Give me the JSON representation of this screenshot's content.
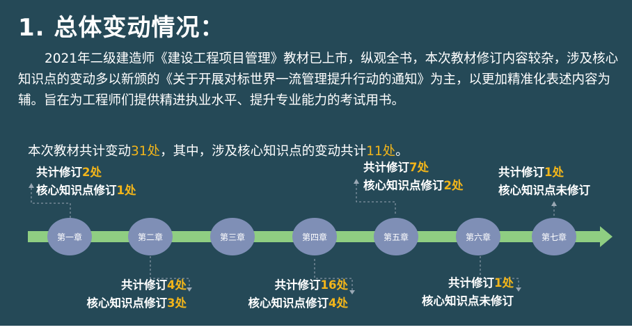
{
  "title": "1. 总体变动情况：",
  "paragraph": "2021年二级建造师《建设工程项目管理》教材已上市，纵观全书，本次教材修订内容较杂，涉及核心知识点的变动多以新颁的《关于开展对标世界一流管理提升行动的通知》为主，以更加精准化表述内容为辅。旨在为工程师们提供精进执业水平、提升专业能力的考试用书。",
  "summary": {
    "prefix": "本次教材共计变动",
    "total": "31处",
    "middle": "，其中，涉及核心知识点的变动共计",
    "core": "11处",
    "suffix": "。"
  },
  "chapters": [
    "第一章",
    "第二章",
    "第三章",
    "第四章",
    "第五章",
    "第六章",
    "第七章"
  ],
  "annotations": [
    {
      "chapter": "第一章",
      "total_prefix": "共计修订",
      "total_value": "2处",
      "core_prefix": "核心知识点修订",
      "core_value": "1处"
    },
    {
      "chapter": "第二章",
      "total_prefix": "共计修订",
      "total_value": "4处",
      "core_prefix": "核心知识点修订",
      "core_value": "3处"
    },
    {
      "chapter": "第四章",
      "total_prefix": "共计修订",
      "total_value": "16处",
      "core_prefix": "核心知识点修订",
      "core_value": "4处"
    },
    {
      "chapter": "第五章",
      "total_prefix": "共计修订",
      "total_value": "7处",
      "core_prefix": "核心知识点修订",
      "core_value": "2处"
    },
    {
      "chapter": "第六章",
      "total_prefix": "共计修订",
      "total_value": "1处",
      "core_prefix": "核心知识点未修订"
    },
    {
      "chapter": "第七章",
      "total_prefix": "共计修订",
      "total_value": "1处",
      "core_prefix": "核心知识点未修订"
    }
  ],
  "colors": {
    "background": "#254957",
    "highlight": "#f2b51a",
    "arrow": "#8fce82",
    "chapter_node": "#7f8fb6"
  }
}
